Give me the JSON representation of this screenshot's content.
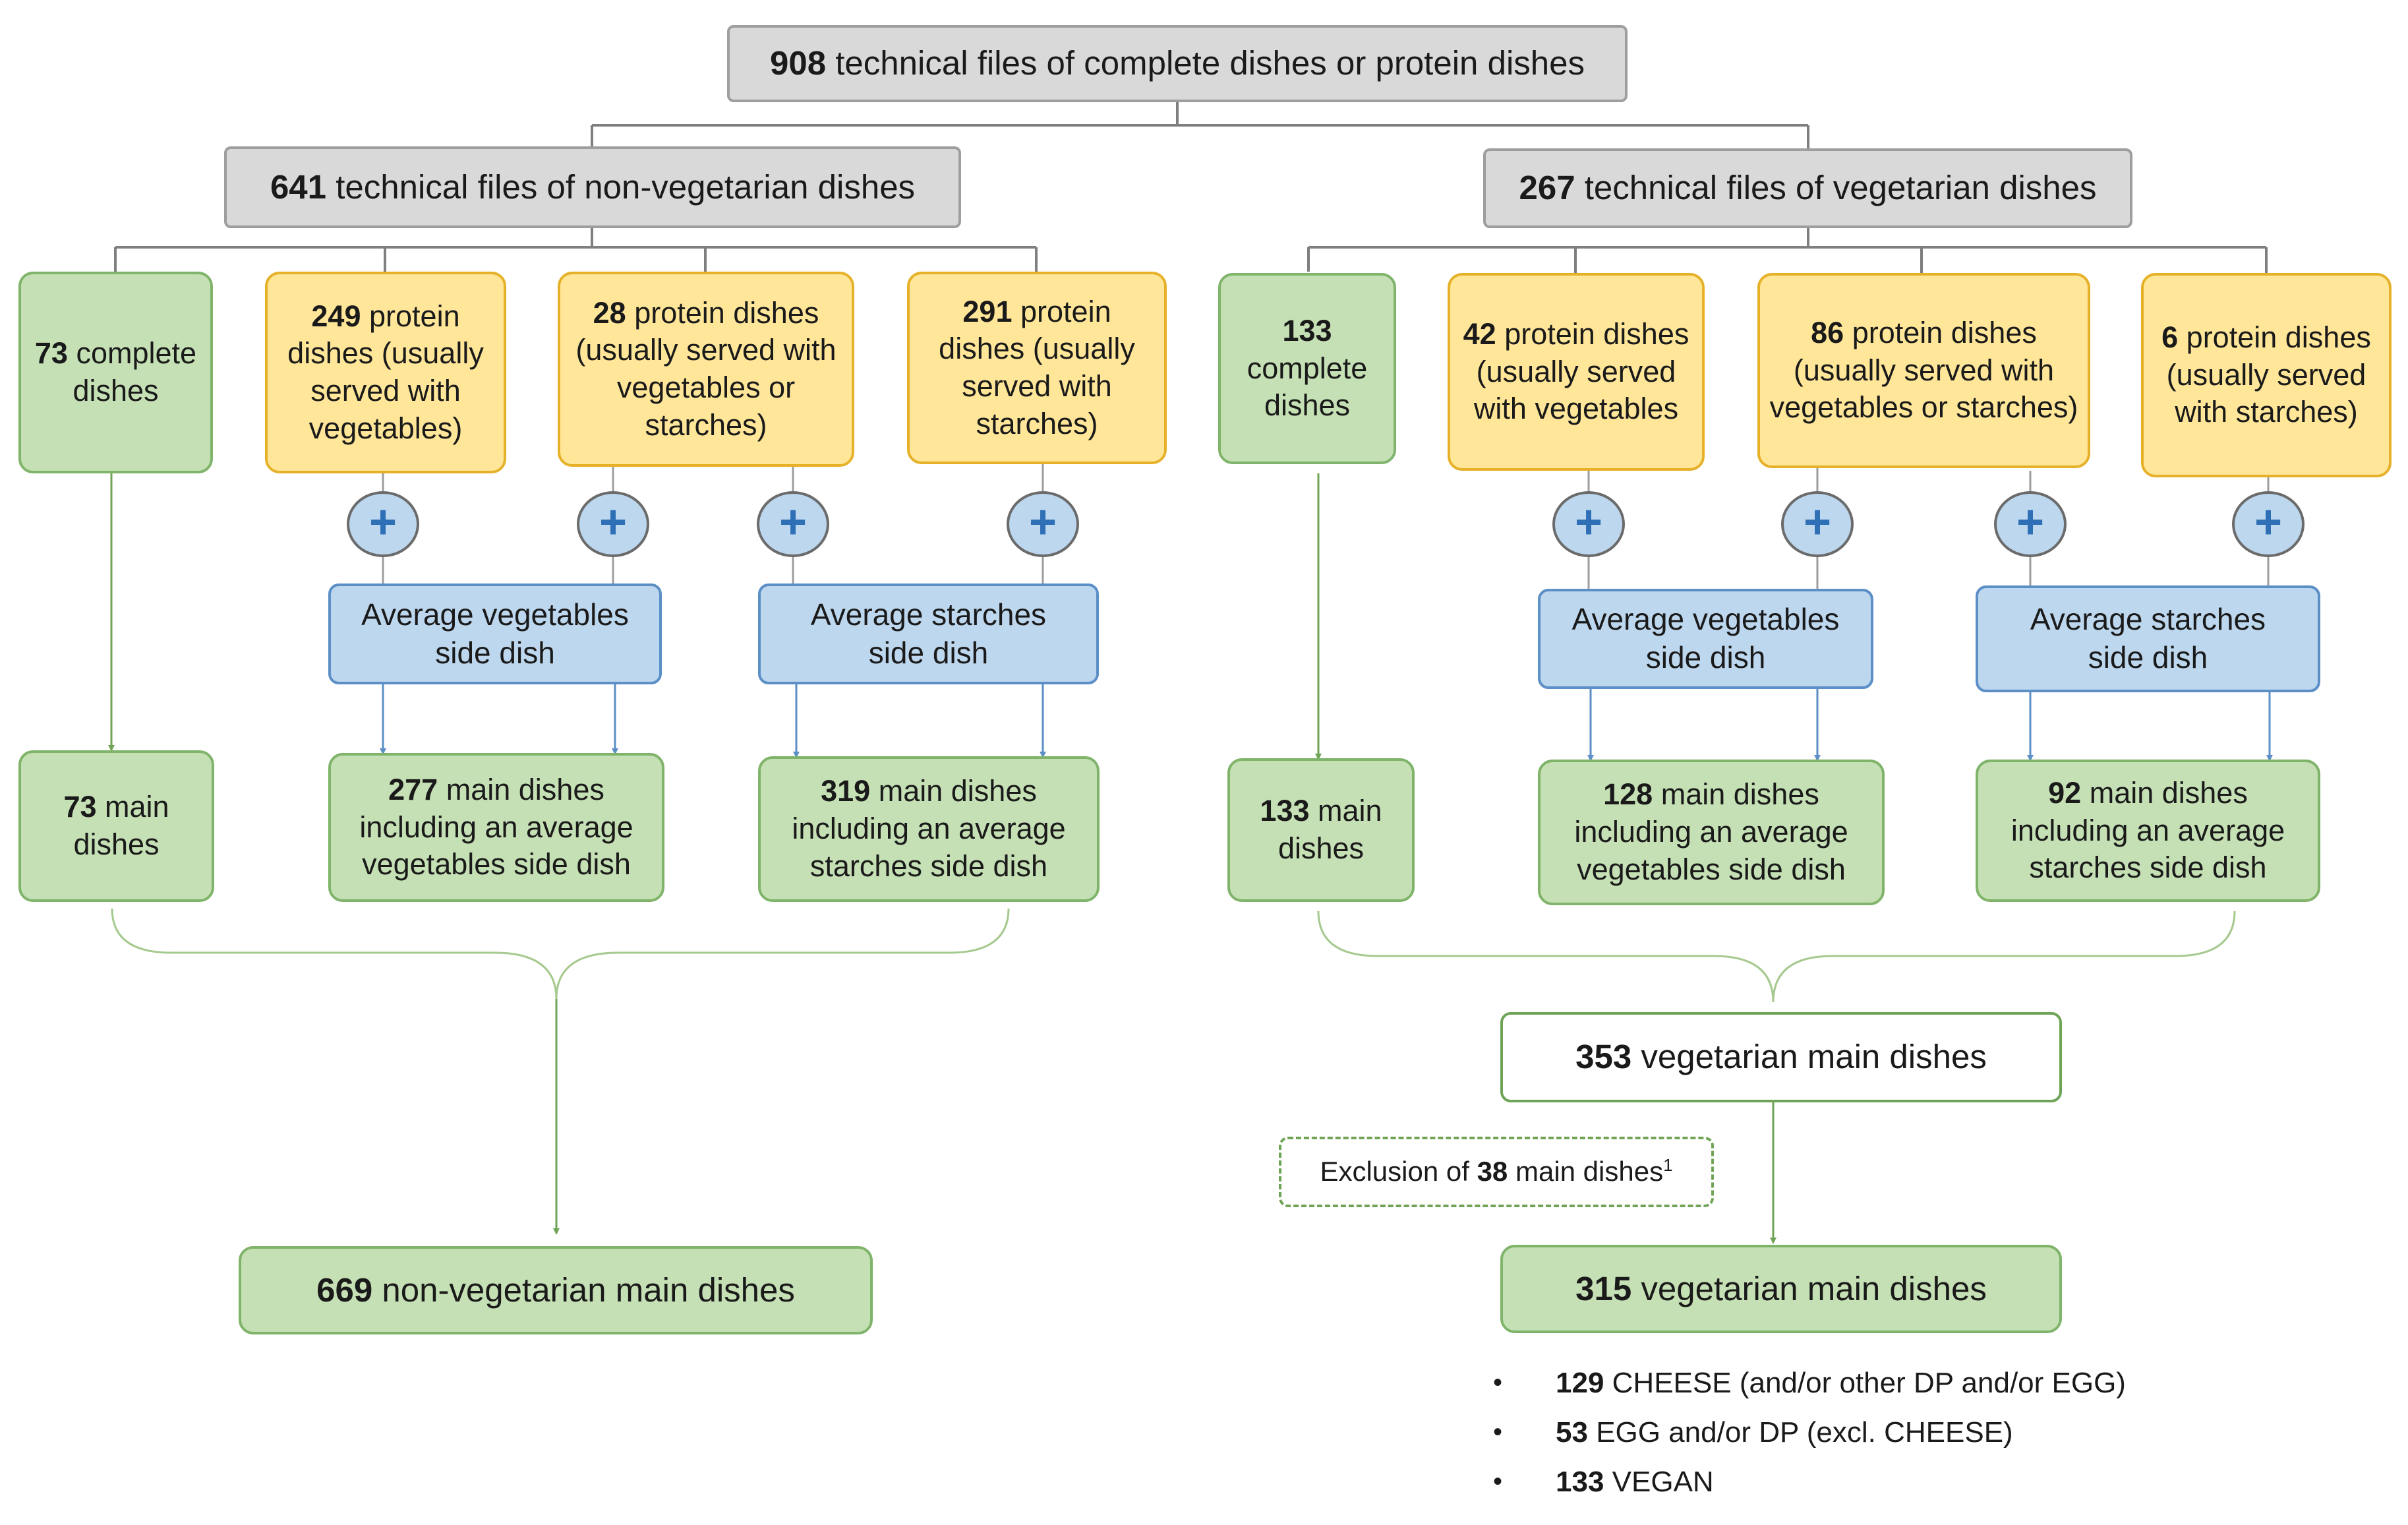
{
  "root": {
    "num": "908",
    "text": "technical files of complete dishes or protein dishes"
  },
  "nonveg": {
    "header": {
      "num": "641",
      "text": "technical files of non-vegetarian dishes"
    },
    "complete": {
      "num": "73",
      "l1": "complete",
      "l2": "dishes"
    },
    "p1": {
      "num": "249",
      "l1": "protein",
      "l2": "dishes (usually",
      "l3": "served with",
      "l4": "vegetables)"
    },
    "p2": {
      "num": "28",
      "l1": "protein dishes",
      "l2": "(usually served with",
      "l3": "vegetables or",
      "l4": "starches)"
    },
    "p3": {
      "num": "291",
      "l1": "protein",
      "l2": "dishes (usually",
      "l3": "served with",
      "l4": "starches)"
    },
    "avg_veg": {
      "l1": "Average vegetables",
      "l2": "side dish"
    },
    "avg_starch": {
      "l1": "Average starches",
      "l2": "side dish"
    },
    "main_complete": {
      "num": "73",
      "l1": "main",
      "l2": "dishes"
    },
    "main_veg": {
      "num": "277",
      "l1": "main dishes",
      "l2": "including an average",
      "l3": "vegetables side dish"
    },
    "main_starch": {
      "num": "319",
      "l1": "main dishes",
      "l2": "including an average",
      "l3": "starches side dish"
    },
    "total": {
      "num": "669",
      "text": "non-vegetarian main dishes"
    }
  },
  "veg": {
    "header": {
      "num": "267",
      "text": "technical files of vegetarian dishes"
    },
    "complete": {
      "num": "133",
      "l1": "complete",
      "l2": "dishes"
    },
    "p1": {
      "num": "42",
      "l1": "protein dishes",
      "l2": "(usually served",
      "l3": "with vegetables"
    },
    "p2": {
      "num": "86",
      "l1": "protein dishes",
      "l2": "(usually served with",
      "l3": "vegetables or starches)"
    },
    "p3": {
      "num": "6",
      "l1": "protein dishes",
      "l2": "(usually served",
      "l3": "with starches)"
    },
    "avg_veg": {
      "l1": "Average vegetables",
      "l2": "side dish"
    },
    "avg_starch": {
      "l1": "Average starches",
      "l2": "side dish"
    },
    "main_complete": {
      "num": "133",
      "l1": "main",
      "l2": "dishes"
    },
    "main_veg": {
      "num": "128",
      "l1": "main dishes",
      "l2": "including an average",
      "l3": "vegetables side dish"
    },
    "main_starch": {
      "num": "92",
      "l1": "main dishes",
      "l2": "including an average",
      "l3": "starches side dish"
    },
    "subtotal": {
      "num": "353",
      "text": "vegetarian main dishes"
    },
    "exclusion": {
      "pre": "Exclusion of",
      "num": "38",
      "post": "main dishes",
      "sup": "1"
    },
    "total": {
      "num": "315",
      "text": "vegetarian main dishes"
    },
    "breakdown": [
      {
        "num": "129",
        "text": "CHEESE (and/or other DP and/or EGG)"
      },
      {
        "num": "53",
        "text": "EGG and/or DP (excl. CHEESE)"
      },
      {
        "num": "133",
        "text": "VEGAN"
      }
    ]
  },
  "plus_symbol": "+",
  "bullet_symbol": "•",
  "colors": {
    "gray": "#d9d9d9",
    "yellow": "#ffe699",
    "green": "#c5e0b4",
    "blue": "#bdd7ee",
    "connector": "#7f7f7f",
    "green_arrow": "#6fa456",
    "blue_arrow": "#5b8fc6"
  }
}
